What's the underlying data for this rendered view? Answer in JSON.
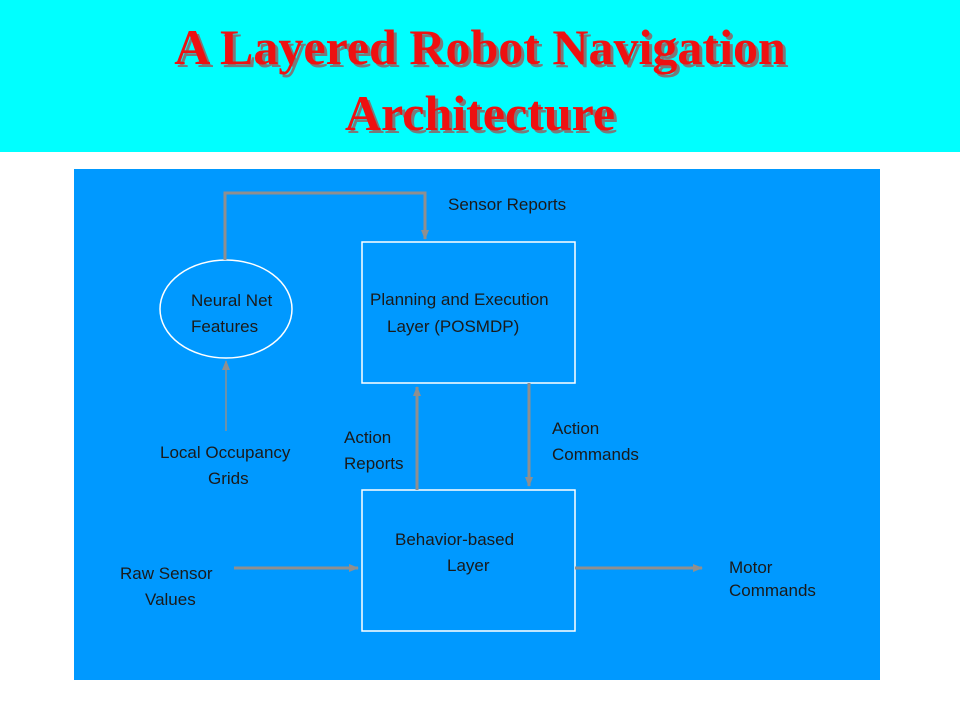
{
  "title": {
    "line1": "A Layered Robot Navigation",
    "line2": "Architecture"
  },
  "diagram": {
    "neural_net": {
      "line1": "Neural Net",
      "line2": "Features"
    },
    "planning": {
      "line1": "Planning and Execution",
      "line2": "Layer (POSMDP)"
    },
    "behavior": {
      "line1": "Behavior-based",
      "line2": "Layer"
    },
    "sensor_reports": "Sensor Reports",
    "local_grids": {
      "line1": "Local Occupancy",
      "line2": "Grids"
    },
    "action_reports": {
      "line1": "Action",
      "line2": "Reports"
    },
    "action_commands": {
      "line1": "Action",
      "line2": "Commands"
    },
    "raw_sensor": {
      "line1": "Raw Sensor",
      "line2": "Values"
    },
    "motor_commands": {
      "line1": "Motor",
      "line2": "Commands"
    }
  },
  "colors": {
    "title_bar": "#00ffff",
    "title_text": "#ee1111",
    "panel": "#0099ff",
    "lines": "#8f8f8f"
  }
}
